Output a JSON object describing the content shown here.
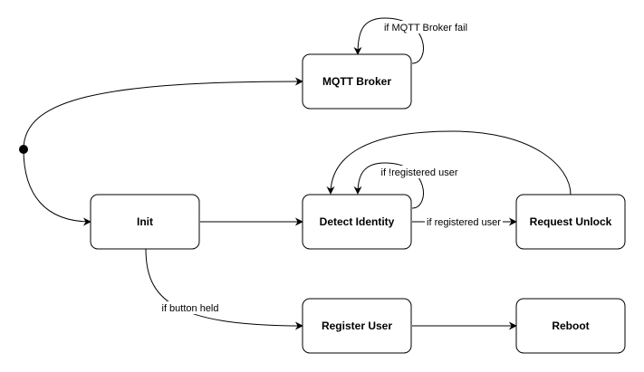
{
  "diagram": {
    "type": "state-machine",
    "colors": {
      "stroke": "#000000",
      "fill": "#ffffff",
      "text": "#000000"
    },
    "start_marker": "filled-circle",
    "nodes": {
      "mqtt_broker": "MQTT Broker",
      "init": "Init",
      "detect_identity": "Detect Identity",
      "request_unlock": "Request Unlock",
      "register_user": "Register User",
      "reboot": "Reboot"
    },
    "edge_labels": {
      "mqtt_fail": "if MQTT Broker fail",
      "not_registered": "if !registered user",
      "registered": "if registered user",
      "button_held": "if button held"
    },
    "edges": [
      {
        "from": "start",
        "to": "MQTT Broker",
        "label": ""
      },
      {
        "from": "start",
        "to": "Init",
        "label": ""
      },
      {
        "from": "MQTT Broker",
        "to": "MQTT Broker",
        "label": "if MQTT Broker fail"
      },
      {
        "from": "Init",
        "to": "Detect Identity",
        "label": ""
      },
      {
        "from": "Detect Identity",
        "to": "Detect Identity",
        "label": "if !registered user"
      },
      {
        "from": "Detect Identity",
        "to": "Request Unlock",
        "label": "if registered user"
      },
      {
        "from": "Request Unlock",
        "to": "Detect Identity",
        "label": ""
      },
      {
        "from": "Init",
        "to": "Register User",
        "label": "if button held"
      },
      {
        "from": "Register User",
        "to": "Reboot",
        "label": ""
      }
    ]
  }
}
